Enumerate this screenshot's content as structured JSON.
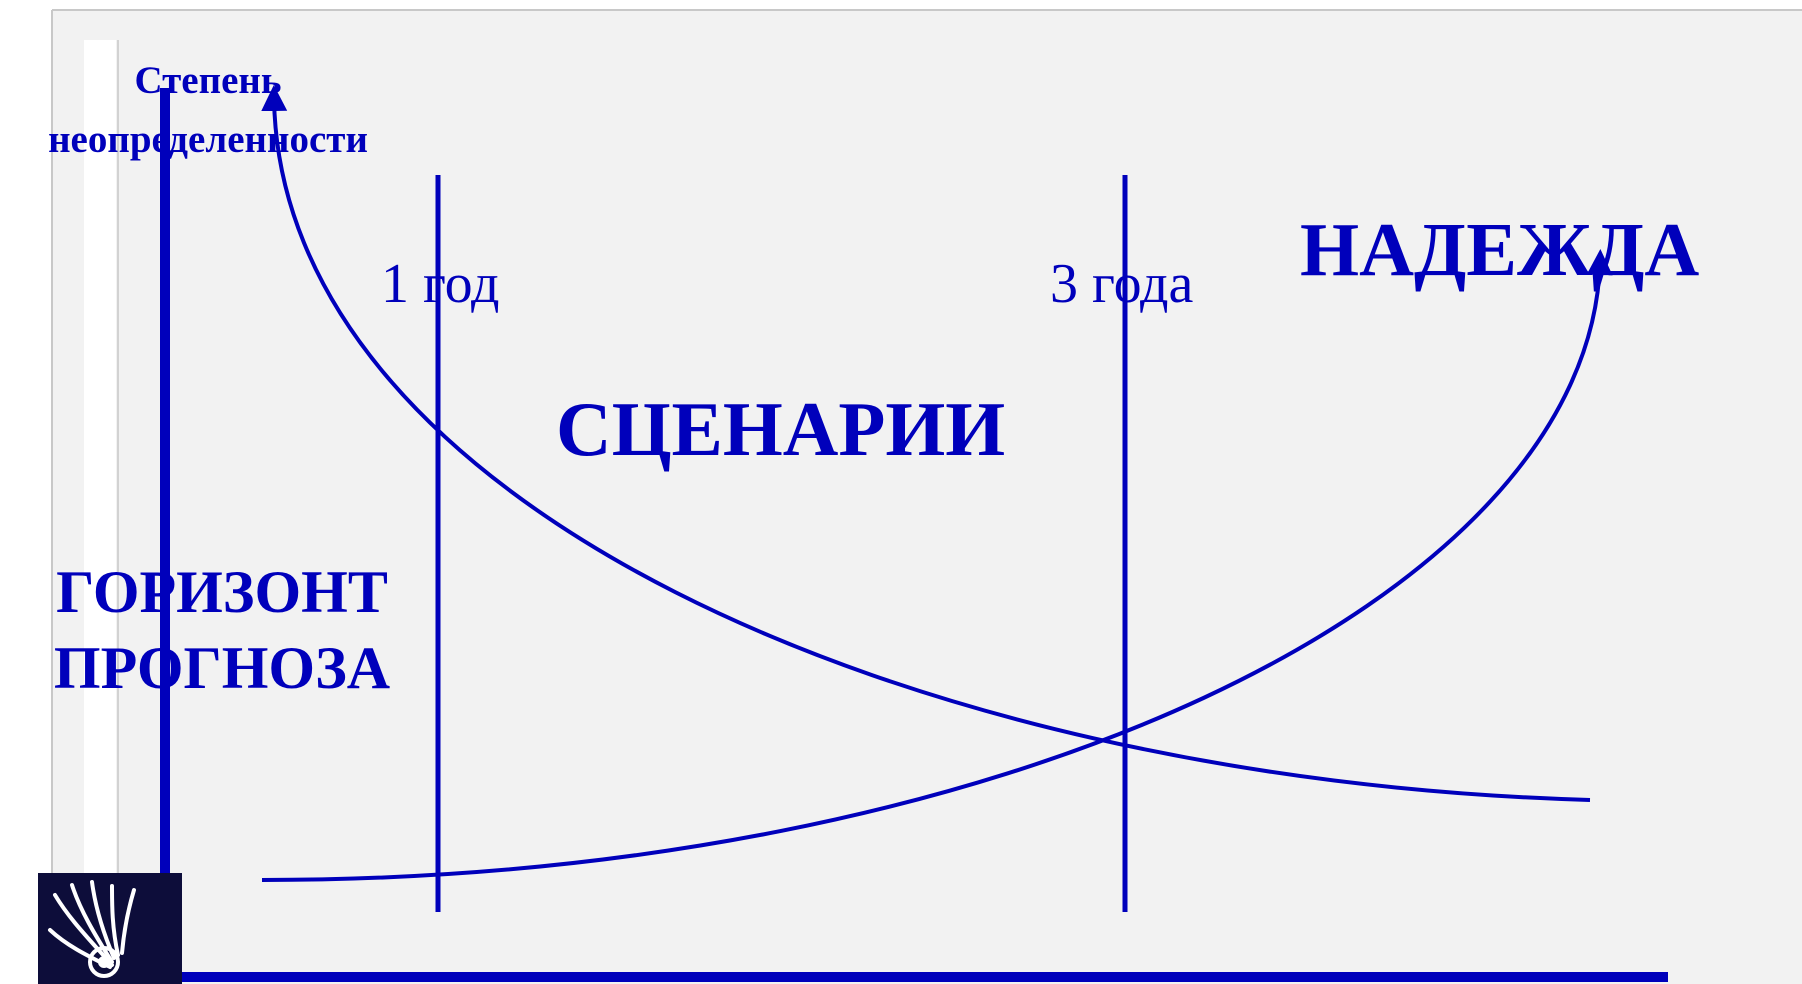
{
  "colors": {
    "accent": "#0000bb",
    "background": "#f2f2f2",
    "page": "#ffffff",
    "frame": "#c8c8c8",
    "logo_bg": "#0d0d3a"
  },
  "y_axis": {
    "label_line1": "Степень",
    "label_line2": "неопределенности"
  },
  "horizon": {
    "label_line1": "ГОРИЗОНТ",
    "label_line2": "ПРОГНОЗА"
  },
  "markers": [
    {
      "label": "1 год"
    },
    {
      "label": "3 года"
    }
  ],
  "regions": {
    "scenarios": "СЦЕНАРИИ",
    "hope": "НАДЕЖДА"
  },
  "icons": {
    "logo": "bird-wing-logo-icon"
  }
}
